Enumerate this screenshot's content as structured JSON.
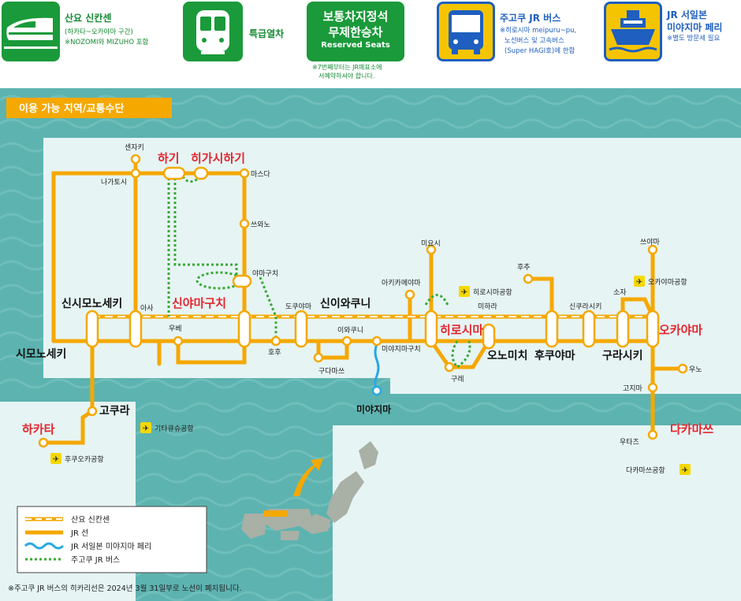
{
  "legend_top": {
    "shinkansen": {
      "title": "산요 신칸센",
      "sub1": "(하카타~오카야마 구간)",
      "sub2": "※NOZOMI와 MIZUHO 포함"
    },
    "express": {
      "title": "특급열차"
    },
    "reserved": {
      "line1": "보통차지정석",
      "line2": "무제한승차",
      "line3": "Reserved Seats",
      "note1": "※7번째부터는 JR매표소에",
      "note2": "서예약하셔야 합니다."
    },
    "bus": {
      "title": "주고쿠 JR 버스",
      "sub1": "※히로시마 meipuru~pu,",
      "sub2": "노선버스 및 고속버스",
      "sub3": "(Super HAGI호)에 한함"
    },
    "ferry": {
      "title1": "JR 서일본",
      "title2": "미야지마 페리",
      "sub1": "※별도 방문세 필요"
    }
  },
  "map": {
    "banner": "이용 가능 지역/교통수단",
    "cities": {
      "hakata": "하카타",
      "hagi": "하기",
      "higashihagi": "히가시하기",
      "shinyamaguchi": "신야마구치",
      "hiroshima": "히로시마",
      "okayama": "오카야마",
      "takamatsu": "다카마쓰"
    },
    "major": {
      "shinshimonoseki": "신시모노세키",
      "shimonoseki": "시모노세키",
      "kokura": "고쿠라",
      "shiniwakuni": "신이와쿠니",
      "onomichi": "오노미치",
      "fukuyama": "후쿠야마",
      "kurashiki": "구라시키",
      "miyajima": "미야지마"
    },
    "stations": {
      "senzaki": "센자키",
      "nagatoshi": "나가토시",
      "masuda": "마스다",
      "tsuwano": "쓰와노",
      "yamaguchi": "야마구치",
      "asa": "아사",
      "ube": "우베",
      "hofu": "호후",
      "tokuyama": "도쿠야마",
      "kudamatsu": "구다마쓰",
      "iwakuni": "이와쿠니",
      "miyajimaguchi": "미야지마구치",
      "akikameyama": "아키카메야마",
      "miyoshi": "미요시",
      "kure": "구레",
      "mihara": "미하라",
      "hokucho": "후추",
      "shinkurashiki": "신쿠라시키",
      "soja": "소자",
      "tsuyama": "쓰야마",
      "uno": "우노",
      "kojima": "고지마",
      "utazu": "우타즈"
    },
    "airports": {
      "fukuoka": "후쿠오카공항",
      "kitakyushu": "기타큐슈공항",
      "hiroshima": "히로시마공항",
      "okayama": "오카야마공항",
      "takamatsu": "다카마쓰공항"
    },
    "legend": {
      "shinkansen": "산요 신칸센",
      "jr": "JR 선",
      "ferry": "JR 서일본 미야지마 페리",
      "bus": "주고쿠 JR 버스"
    },
    "footnote": "※주고쿠 JR 버스의 히카리선은 2024년 3월 31일부로 노선이 폐지됩니다."
  },
  "colors": {
    "jr": "#f5a800",
    "bus": "#3aa935",
    "ferry": "#2aa8e0",
    "shinkansen_dash": "#ffffff",
    "sea": "#5db3b0",
    "land": "#e6f4f4",
    "red_label": "#e4252d",
    "green_icon": "#1a9a3a",
    "blue_icon": "#1e5fbf"
  }
}
